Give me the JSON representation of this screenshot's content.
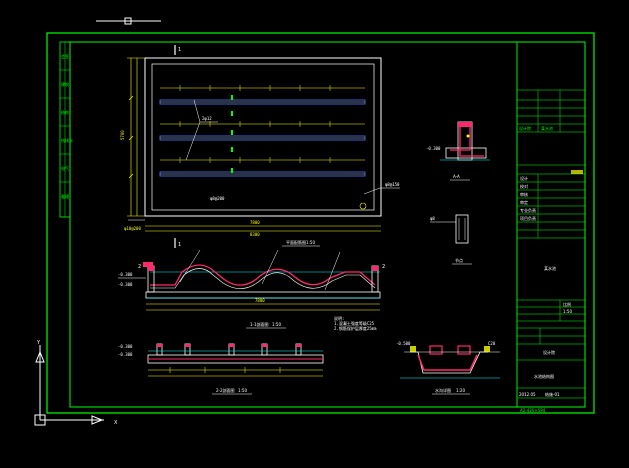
{
  "drawing": {
    "colors": {
      "background": "#000000",
      "frame": "#00ff00",
      "outline": "#ffffff",
      "dimension": "#ffff00",
      "beam": "#4f7dff",
      "rebar": "#ff2a6a",
      "accent": "#00ffff",
      "crosshair": "#ffffff"
    },
    "plan_view": {
      "title": "平面配筋图",
      "scale": "1:50",
      "section_mark": "1",
      "dimension_bottom_1": "7800",
      "dimension_bottom_2": "8300",
      "dimension_left": "5700",
      "note": "φ8@200",
      "callout_1": "2φ12",
      "callout_2": "φ8@150",
      "callout_3": "φ10@200"
    },
    "section_1_1": {
      "title": "1-1剖面图",
      "scale": "1:50",
      "mark_left": "2",
      "mark_right": "2",
      "dimension": "7800",
      "level_left": "-0.300",
      "level_right": "-0.300"
    },
    "section_2_2": {
      "title": "2-2剖面图",
      "scale": "1:50",
      "level_left": "-0.300",
      "level_right": "-0.300"
    },
    "detail_a": {
      "title": "A-A",
      "label": "-0.300"
    },
    "detail_b": {
      "title": "节点",
      "label": "φ8"
    },
    "detail_c": {
      "title": "水沟详图",
      "scale": "1:20",
      "label_1": "-0.500",
      "label_2": "C20"
    },
    "notes": [
      "说明:",
      "1.混凝土强度等级C25",
      "2.钢筋保护层厚度25mm"
    ],
    "title_block": {
      "company": "设计院",
      "project": "某水池",
      "drawing_name": "水池结构图",
      "drawing_no": "结施-01",
      "rows": [
        "设计",
        "校对",
        "审核",
        "审定",
        "专业负责",
        "项目负责"
      ],
      "date": "2012.05",
      "scale_label": "比例",
      "scale_value": "1:50",
      "bottom_text": "A2-420×594"
    },
    "left_margin_labels": [
      "会签",
      "建筑",
      "结构",
      "给排水",
      "电气",
      "暖通"
    ],
    "ucs": {
      "x_label": "X",
      "y_label": "Y"
    }
  }
}
